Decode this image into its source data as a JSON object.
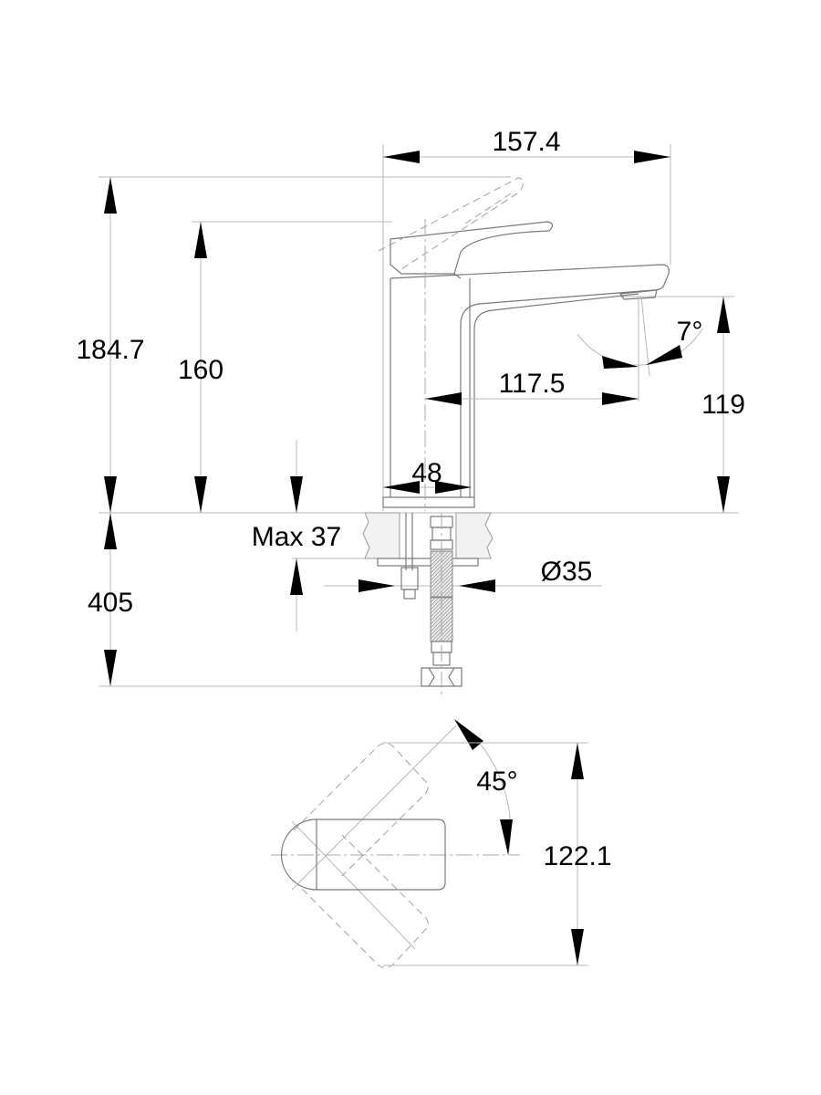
{
  "drawing": {
    "subject": "Single-lever basin mixer technical drawing",
    "units": "mm",
    "side_view": {
      "dimensions": {
        "overall_width": "157.4",
        "overall_height": "184.7",
        "spout_height_lever": "160",
        "spout_reach": "117.5",
        "spout_outlet_height": "119",
        "spout_angle": "7°",
        "base_width": "48",
        "max_countertop_thickness": "Max 37",
        "hole_diameter": "Ø35",
        "hose_length": "405"
      }
    },
    "top_view": {
      "dimensions": {
        "lever_rotation_angle": "45°",
        "lever_sweep_width": "122.1"
      }
    }
  }
}
